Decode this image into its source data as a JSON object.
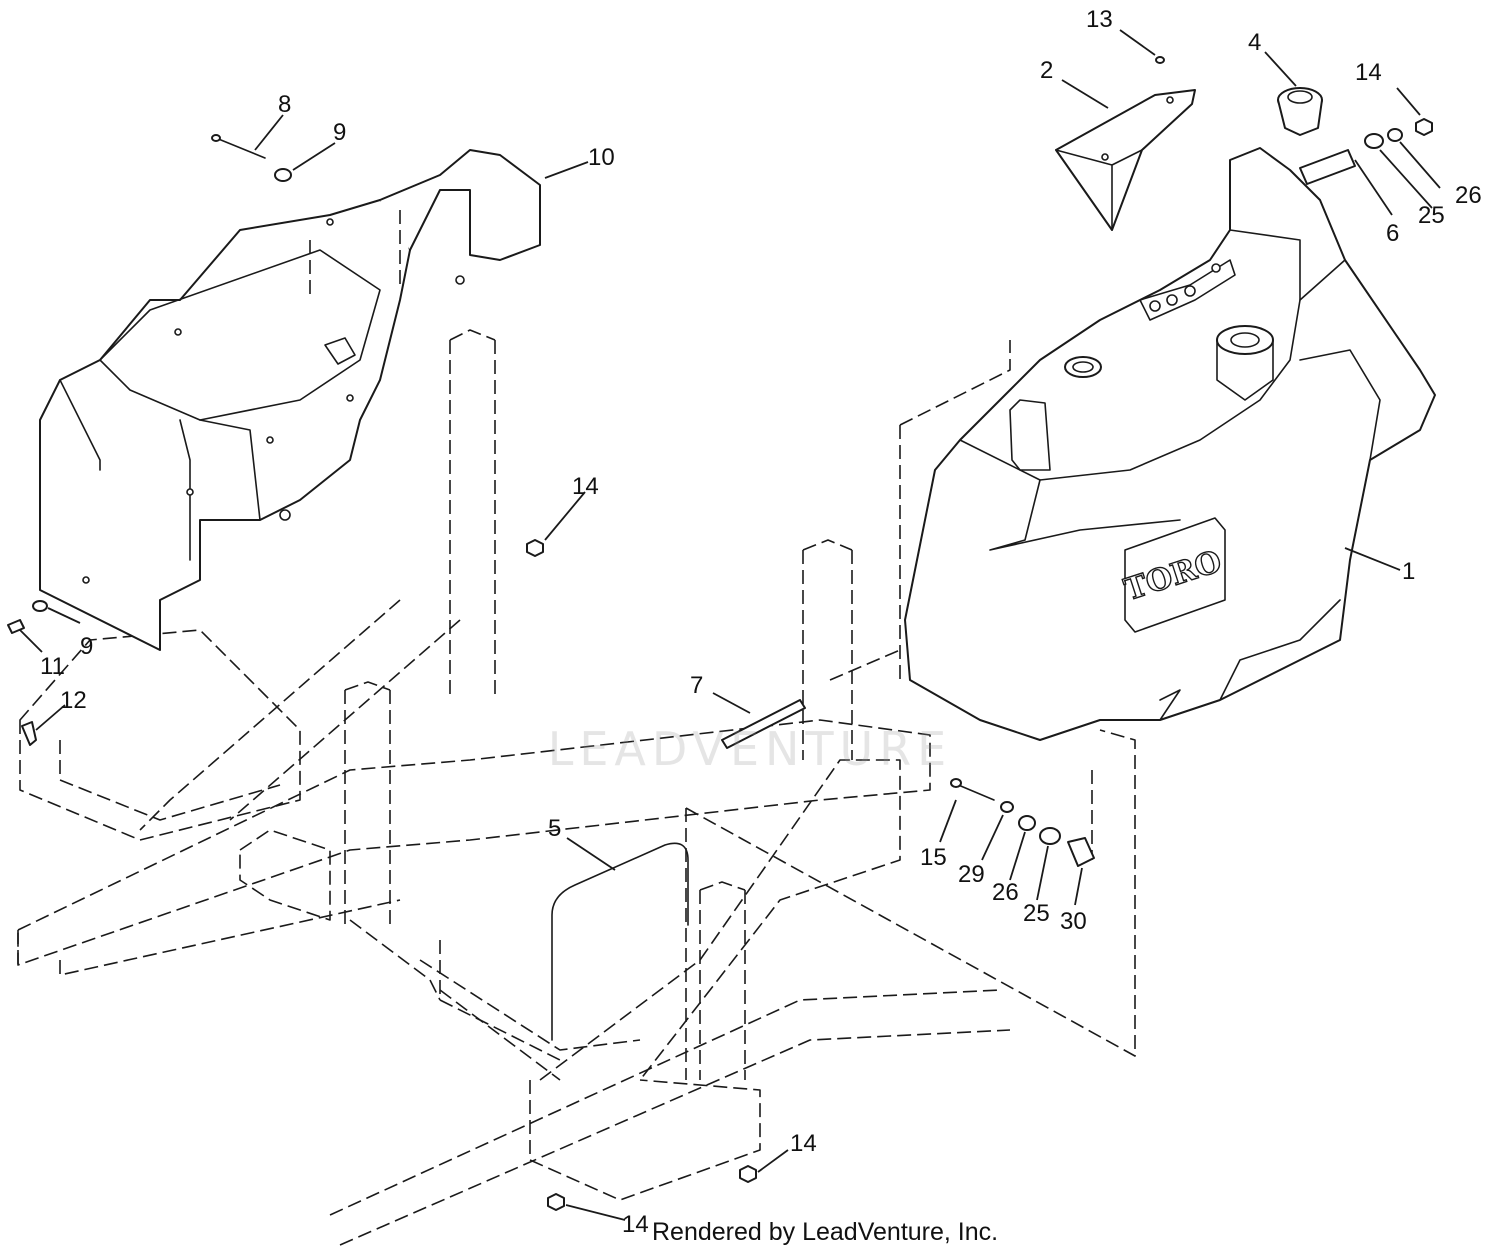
{
  "diagram": {
    "brand_plate_text": "TORO",
    "watermark_text": "LEADVENTURE",
    "footer_text": "Rendered by LeadVenture, Inc.",
    "callouts": [
      {
        "id": "c1",
        "label": "1"
      },
      {
        "id": "c2",
        "label": "2"
      },
      {
        "id": "c4",
        "label": "4"
      },
      {
        "id": "c5",
        "label": "5"
      },
      {
        "id": "c6",
        "label": "6"
      },
      {
        "id": "c7",
        "label": "7"
      },
      {
        "id": "c8",
        "label": "8"
      },
      {
        "id": "c9a",
        "label": "9"
      },
      {
        "id": "c9b",
        "label": "9"
      },
      {
        "id": "c10",
        "label": "10"
      },
      {
        "id": "c11",
        "label": "11"
      },
      {
        "id": "c12",
        "label": "12"
      },
      {
        "id": "c13",
        "label": "13"
      },
      {
        "id": "c14a",
        "label": "14"
      },
      {
        "id": "c14b",
        "label": "14"
      },
      {
        "id": "c14c",
        "label": "14"
      },
      {
        "id": "c14d",
        "label": "14"
      },
      {
        "id": "c15",
        "label": "15"
      },
      {
        "id": "c25a",
        "label": "25"
      },
      {
        "id": "c25b",
        "label": "25"
      },
      {
        "id": "c26a",
        "label": "26"
      },
      {
        "id": "c26b",
        "label": "26"
      },
      {
        "id": "c29",
        "label": "29"
      },
      {
        "id": "c30",
        "label": "30"
      }
    ]
  }
}
